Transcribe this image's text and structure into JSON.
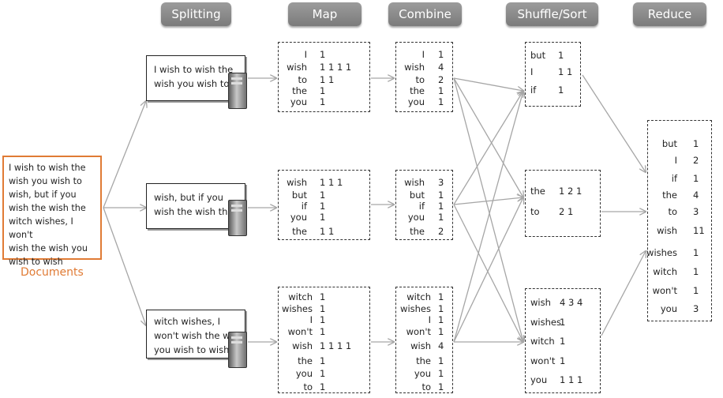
{
  "stages": {
    "splitting": "Splitting",
    "map": "Map",
    "combine": "Combine",
    "shuffle": "Shuffle/Sort",
    "reduce": "Reduce"
  },
  "documents": {
    "label": "Documents",
    "lines": [
      "I wish to wish the",
      "wish you wish to",
      "wish, but if you",
      "wish the wish the",
      "witch wishes, I won't",
      "wish the wish you",
      "wish to wish"
    ]
  },
  "splits": [
    {
      "lines": [
        "I wish to wish the",
        "wish you wish to"
      ]
    },
    {
      "lines": [
        "wish, but if you",
        "wish the wish the"
      ]
    },
    {
      "lines": [
        "witch wishes, I",
        "won't wish the wi",
        "you wish to wish"
      ]
    }
  ],
  "map": [
    [
      [
        "I",
        "1"
      ],
      [
        "wish",
        "1 1 1 1"
      ],
      [
        "to",
        "1 1"
      ],
      [
        "the",
        "1"
      ],
      [
        "you",
        "1"
      ]
    ],
    [
      [
        "wish",
        "1 1 1"
      ],
      [
        "but",
        "1"
      ],
      [
        "if",
        "1"
      ],
      [
        "you",
        "1"
      ],
      [
        "the",
        "1 1"
      ]
    ],
    [
      [
        "witch",
        "1"
      ],
      [
        "wishes",
        "1"
      ],
      [
        "I",
        "1"
      ],
      [
        "won't",
        "1"
      ],
      [
        "wish",
        "1 1 1 1"
      ],
      [
        "the",
        "1"
      ],
      [
        "you",
        "1"
      ],
      [
        "to",
        "1"
      ]
    ]
  ],
  "combine": [
    [
      [
        "I",
        "1"
      ],
      [
        "wish",
        "4"
      ],
      [
        "to",
        "2"
      ],
      [
        "the",
        "1"
      ],
      [
        "you",
        "1"
      ]
    ],
    [
      [
        "wish",
        "3"
      ],
      [
        "but",
        "1"
      ],
      [
        "if",
        "1"
      ],
      [
        "you",
        "1"
      ],
      [
        "the",
        "2"
      ]
    ],
    [
      [
        "witch",
        "1"
      ],
      [
        "wishes",
        "1"
      ],
      [
        "I",
        "1"
      ],
      [
        "won't",
        "1"
      ],
      [
        "wish",
        "4"
      ],
      [
        "the",
        "1"
      ],
      [
        "you",
        "1"
      ],
      [
        "to",
        "1"
      ]
    ]
  ],
  "shuffle": [
    [
      [
        "but",
        "1"
      ],
      [
        "I",
        "1 1"
      ],
      [
        "if",
        "1"
      ]
    ],
    [
      [
        "the",
        "1 2 1"
      ],
      [
        "to",
        "2 1"
      ]
    ],
    [
      [
        "wish",
        "4 3 4"
      ],
      [
        "wishes",
        "1"
      ],
      [
        "witch",
        "1"
      ],
      [
        "won't",
        "1"
      ],
      [
        "you",
        "1 1 1"
      ]
    ]
  ],
  "reduce": [
    [
      "but",
      "1"
    ],
    [
      "I",
      "2"
    ],
    [
      "if",
      "1"
    ],
    [
      "the",
      "4"
    ],
    [
      "to",
      "3"
    ],
    [
      "wish",
      "11"
    ],
    [
      "wishes",
      "1"
    ],
    [
      "witch",
      "1"
    ],
    [
      "won't",
      "1"
    ],
    [
      "you",
      "3"
    ]
  ],
  "colors": {
    "accent": "#e07b35",
    "arrow": "#a6a6a6",
    "underline": "#cc2222",
    "stage": "#8a8a8a"
  }
}
